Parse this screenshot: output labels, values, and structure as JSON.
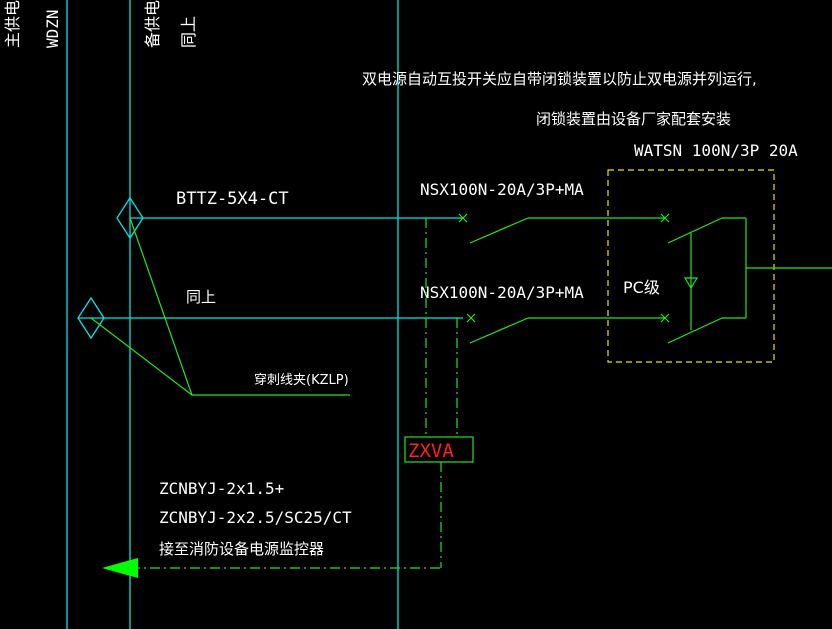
{
  "colors": {
    "background": "#000000",
    "cyan_wire": "#00e5e5",
    "green_wire": "#22e622",
    "yellow_box": "#e6e600",
    "white_text": "#ffffff",
    "red_text": "#ff2020",
    "arrow_fill": "#00ff00"
  },
  "vertical_labels": {
    "left1": "主供电源",
    "left2": "WDZN",
    "mid1": "备供电源",
    "mid2": "同上"
  },
  "note": {
    "line1": "双电源自动互投开关应自带闭锁装置以防止双电源并列运行,",
    "line2": "闭锁装置由设备厂家配套安装"
  },
  "ats_label": "WATSN 100N/3P 20A",
  "ats_class": "PC级",
  "cable1_label": "BTTZ-5X4-CT",
  "cable2_label": "同上",
  "breaker1_label": "NSX100N-20A/3P+MA",
  "breaker2_label": "NSX100N-20A/3P+MA",
  "clamp_label": "穿刺线夹(KZLP)",
  "zxva_label": "ZXVA",
  "monitor": {
    "line1": "ZCNBYJ-2x1.5+",
    "line2": "ZCNBYJ-2x2.5/SC25/CT",
    "line3": "接至消防设备电源监控器"
  }
}
